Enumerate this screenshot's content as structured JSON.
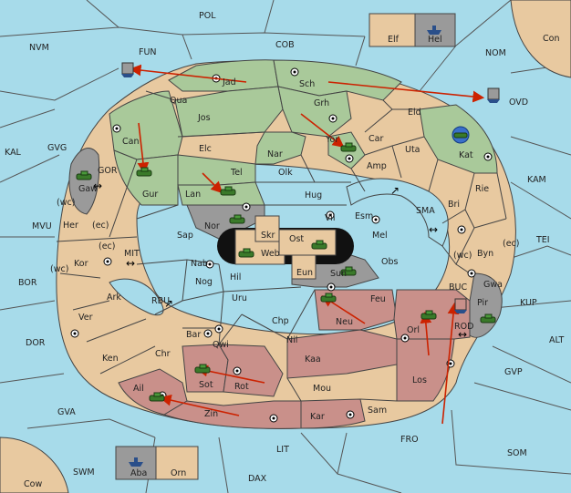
{
  "colors": {
    "sea": "#a7dbea",
    "neutral_land": "#e8c9a0",
    "green_power": "#a9c99a",
    "red_power": "#c9908a",
    "gray_power": "#9a9a9a",
    "black_power": "#111111",
    "order_arrow": "#cc2200"
  },
  "sea_labels": {
    "POL": "POL",
    "NVM": "NVM",
    "FUN": "FUN",
    "COB": "COB",
    "NOM": "NOM",
    "OVD": "OVD",
    "Con": "Con",
    "KAL": "KAL",
    "GVG": "GVG",
    "GOR": "GOR",
    "KAM": "KAM",
    "SMA": "SMA",
    "MVU": "MVU",
    "MIT": "MIT",
    "TEI": "TEI",
    "BOR": "BOR",
    "RBU": "RBU",
    "BUC": "BUC",
    "KUP": "KUP",
    "DOR": "DOR",
    "ROD": "ROD",
    "ALT": "ALT",
    "GVP": "GVP",
    "GVA": "GVA",
    "FRO": "FRO",
    "LIT": "LIT",
    "SOM": "SOM",
    "SWM": "SWM",
    "DAX": "DAX",
    "Cow": "Cow"
  },
  "land_labels": {
    "Jad": "Jad",
    "Sch": "Sch",
    "Qua": "Qua",
    "Jos": "Jos",
    "Grh": "Grh",
    "Eld": "Eld",
    "Can": "Can",
    "Elc": "Elc",
    "Nar": "Nar",
    "Yor": "Yor",
    "Car": "Car",
    "Uta": "Uta",
    "Kat": "Kat",
    "Gaw": "Gaw",
    "Gur": "Gur",
    "Tel": "Tel",
    "Olk": "Olk",
    "Amp": "Amp",
    "Lan": "Lan",
    "Hug": "Hug",
    "Rie": "Rie",
    "Bri": "Bri",
    "Her": "Her",
    "Nor": "Nor",
    "Vil": "Vil",
    "Esm": "Esm",
    "Skr": "Skr",
    "Ost": "Ost",
    "Mel": "Mel",
    "Byn": "Byn",
    "Sap": "Sap",
    "Web": "Web",
    "Kor": "Kor",
    "Nab": "Nab",
    "Obs": "Obs",
    "Eun": "Eun",
    "Sun": "Sun",
    "Hil": "Hil",
    "Gwa": "Gwa",
    "Pir": "Pir",
    "Nog": "Nog",
    "Ark": "Ark",
    "Uru": "Uru",
    "Feu": "Feu",
    "Neu": "Neu",
    "Chp": "Chp",
    "Orl": "Orl",
    "Ver": "Ver",
    "Bar": "Bar",
    "Qwi": "Qwi",
    "Nil": "Nil",
    "Ken": "Ken",
    "Chr": "Chr",
    "Kaa": "Kaa",
    "Los": "Los",
    "Sot": "Sot",
    "Rot": "Rot",
    "Ail": "Ail",
    "Mou": "Mou",
    "Zin": "Zin",
    "Kar": "Kar",
    "Sam": "Sam",
    "Elf": "Elf",
    "Hel": "Hel",
    "Aba": "Aba",
    "Orn": "Orn"
  },
  "coast_tags": {
    "wc1": "(wc)",
    "ec1": "(ec)",
    "ec2": "(ec)",
    "wc2": "(wc)",
    "wc3": "(wc)",
    "ec3": "(ec)"
  },
  "units": [
    {
      "type": "army",
      "power": "green",
      "at": "Gaw"
    },
    {
      "type": "army",
      "power": "green",
      "at": "Gur"
    },
    {
      "type": "army",
      "power": "green",
      "at": "Lan"
    },
    {
      "type": "army",
      "power": "green",
      "at": "Yor"
    },
    {
      "type": "army",
      "power": "green",
      "at": "Nor"
    },
    {
      "type": "army",
      "power": "green",
      "at": "Web"
    },
    {
      "type": "army",
      "power": "green",
      "at": "Ost"
    },
    {
      "type": "army",
      "power": "green",
      "at": "Sun"
    },
    {
      "type": "army",
      "power": "green",
      "at": "Feu"
    },
    {
      "type": "army",
      "power": "green",
      "at": "Orl"
    },
    {
      "type": "army",
      "power": "green",
      "at": "Pir"
    },
    {
      "type": "army",
      "power": "green",
      "at": "Sot"
    },
    {
      "type": "army",
      "power": "green",
      "at": "Ail"
    },
    {
      "type": "army",
      "power": "blue",
      "at": "Kat"
    },
    {
      "type": "fleet",
      "power": "gray",
      "at": "FUN"
    },
    {
      "type": "fleet",
      "power": "gray",
      "at": "OVD"
    },
    {
      "type": "fleet",
      "power": "gray",
      "at": "ROD"
    },
    {
      "type": "fleet",
      "power": "gray",
      "at": "Hel"
    },
    {
      "type": "fleet",
      "power": "gray",
      "at": "Aba"
    }
  ]
}
